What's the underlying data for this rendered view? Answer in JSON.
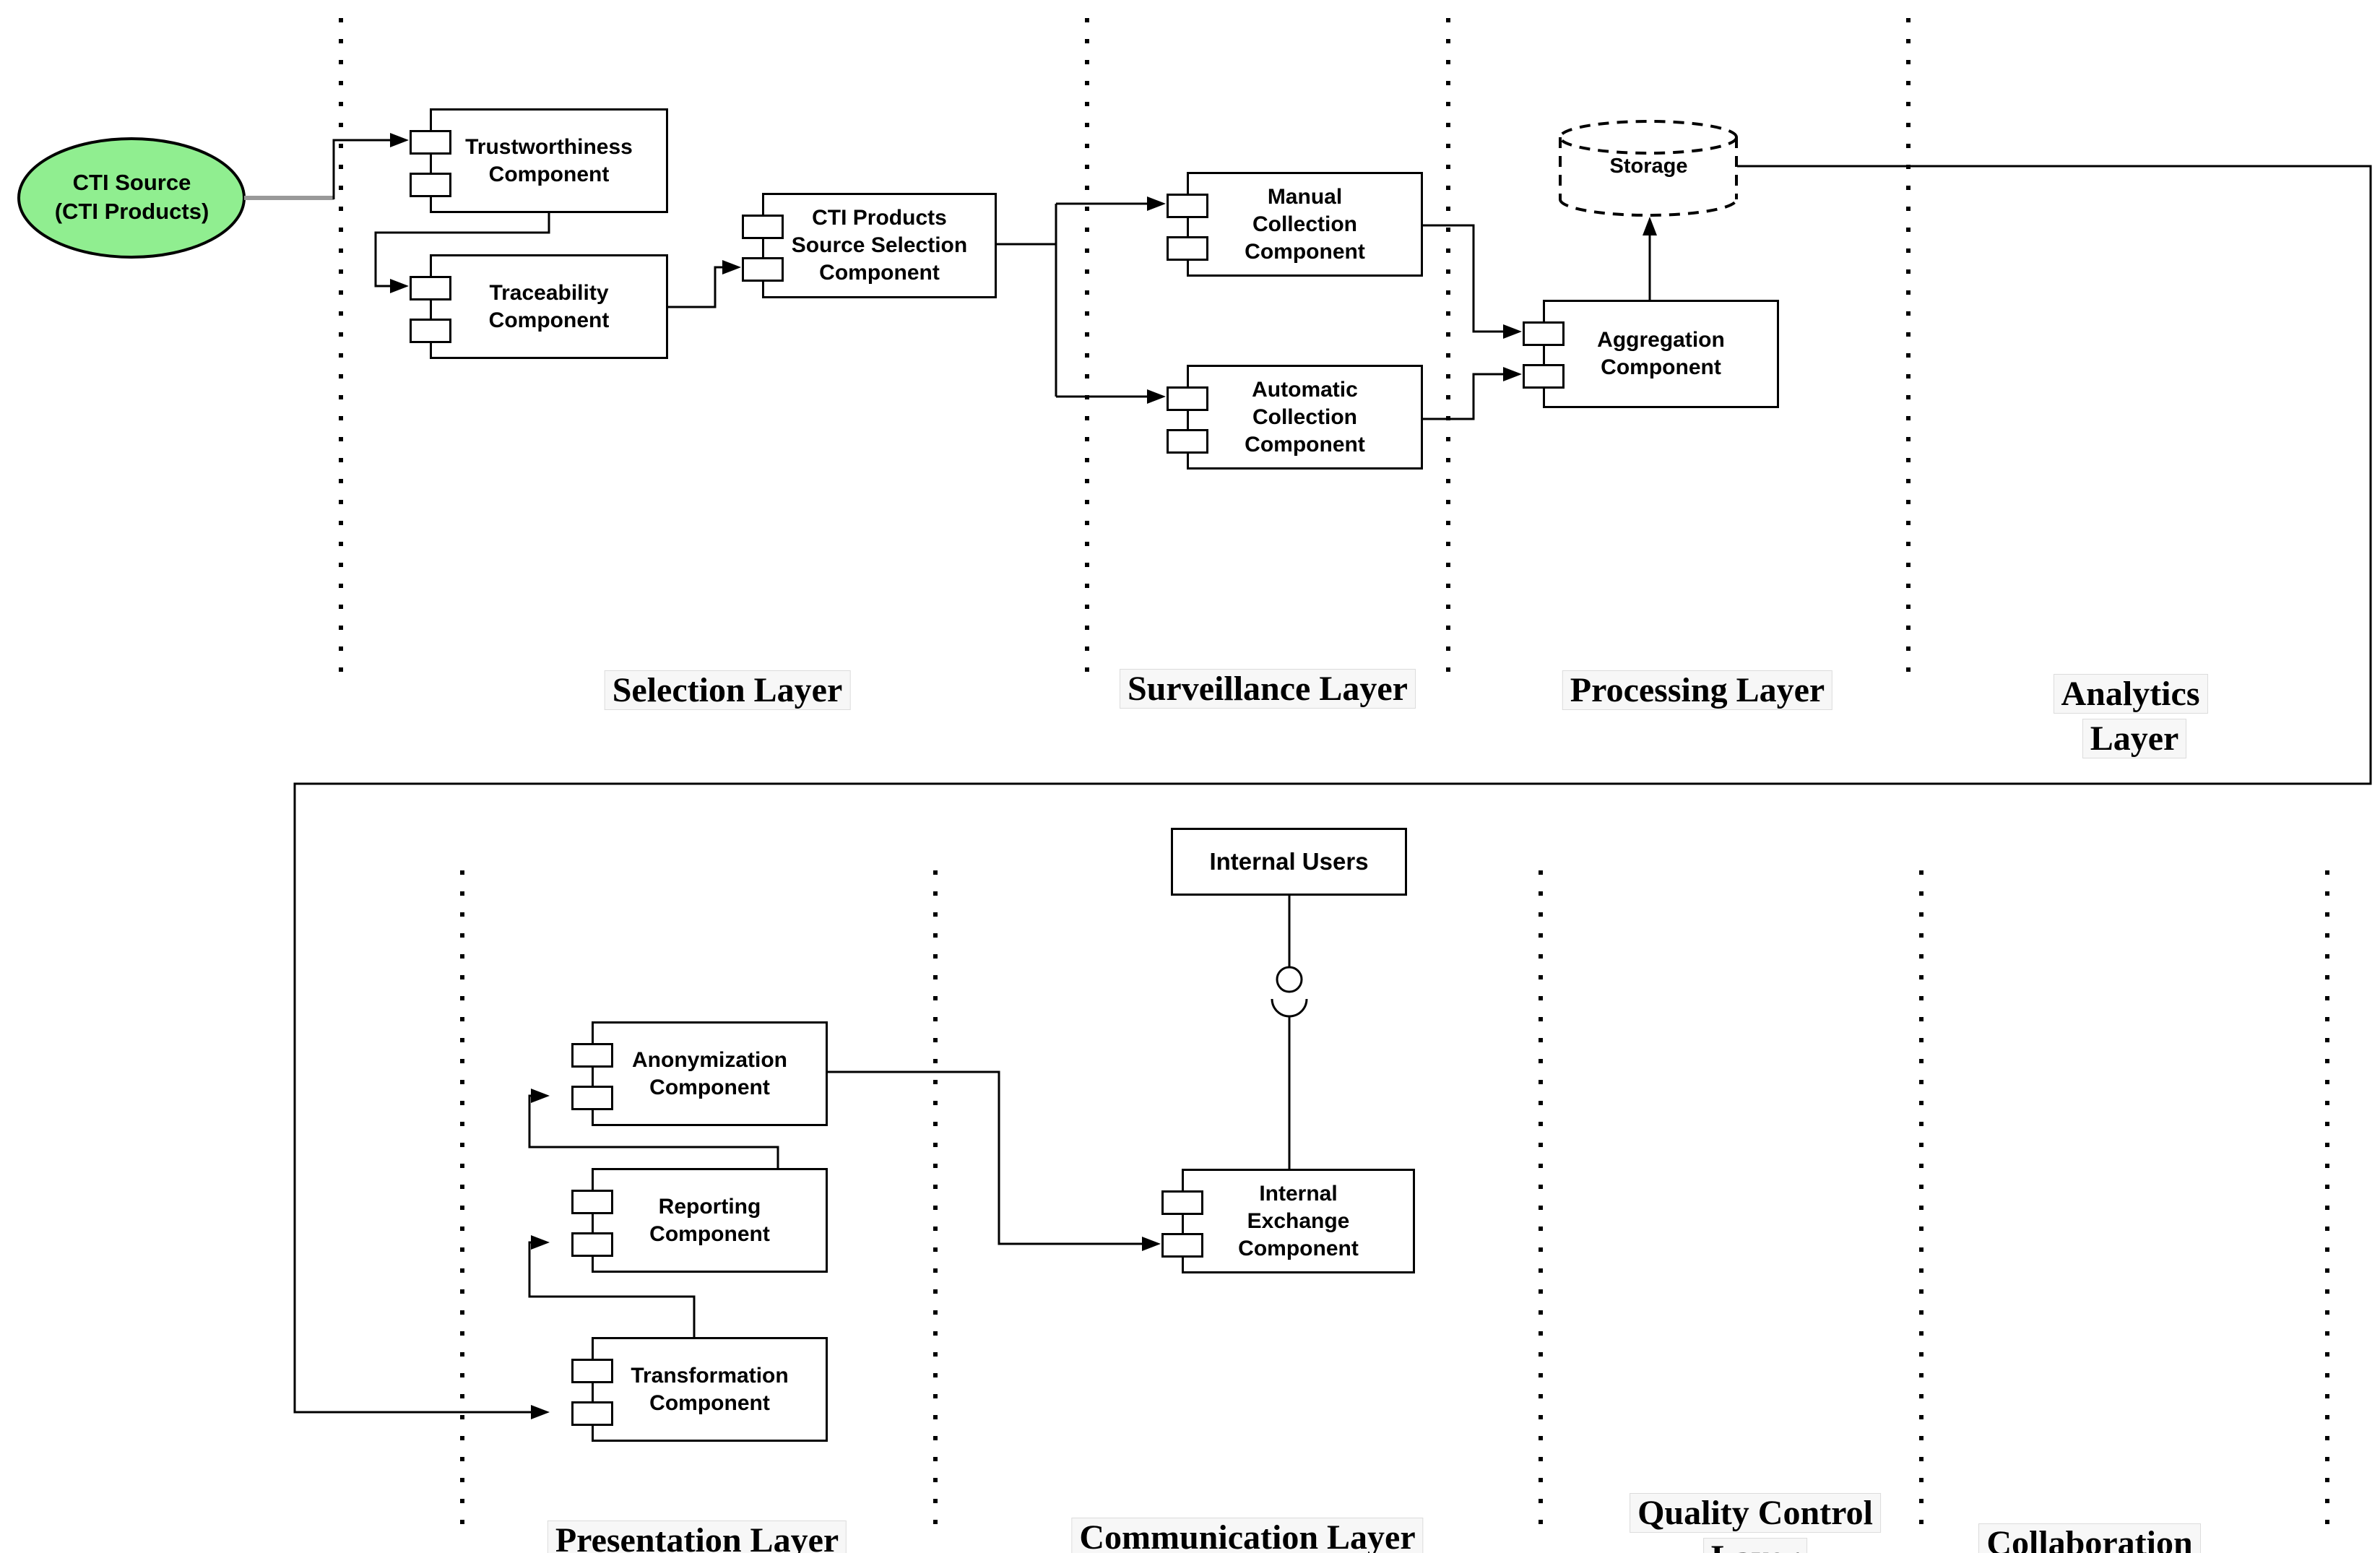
{
  "colors": {
    "stroke": "#000000",
    "node_fill": "#ffffff",
    "source_fill": "#90EE90",
    "edge_gray": "#999999",
    "label_bg": "#F7F7F7",
    "label_border": "#DCDCDC"
  },
  "source": {
    "label": "CTI Source\n(CTI Products)"
  },
  "nodes": {
    "trustworthiness": "Trustworthiness\nComponent",
    "traceability": "Traceability\nComponent",
    "source_selection": "CTI Products\nSource Selection\nComponent",
    "manual_collection": "Manual\nCollection\nComponent",
    "automatic_collection": "Automatic\nCollection\nComponent",
    "aggregation": "Aggregation\nComponent",
    "storage": "Storage",
    "internal_users": "Internal Users",
    "anonymization": "Anonymization\nComponent",
    "reporting": "Reporting\nComponent",
    "transformation": "Transformation\nComponent",
    "internal_exchange": "Internal\nExchange\nComponent"
  },
  "layers_top": [
    "Selection Layer",
    "Surveillance Layer",
    "Processing Layer",
    "Analytics Layer"
  ],
  "layers_bottom": [
    "Presentation Layer",
    "Communication Layer",
    "Quality Control\nLayer",
    "Collaboration Layer"
  ]
}
